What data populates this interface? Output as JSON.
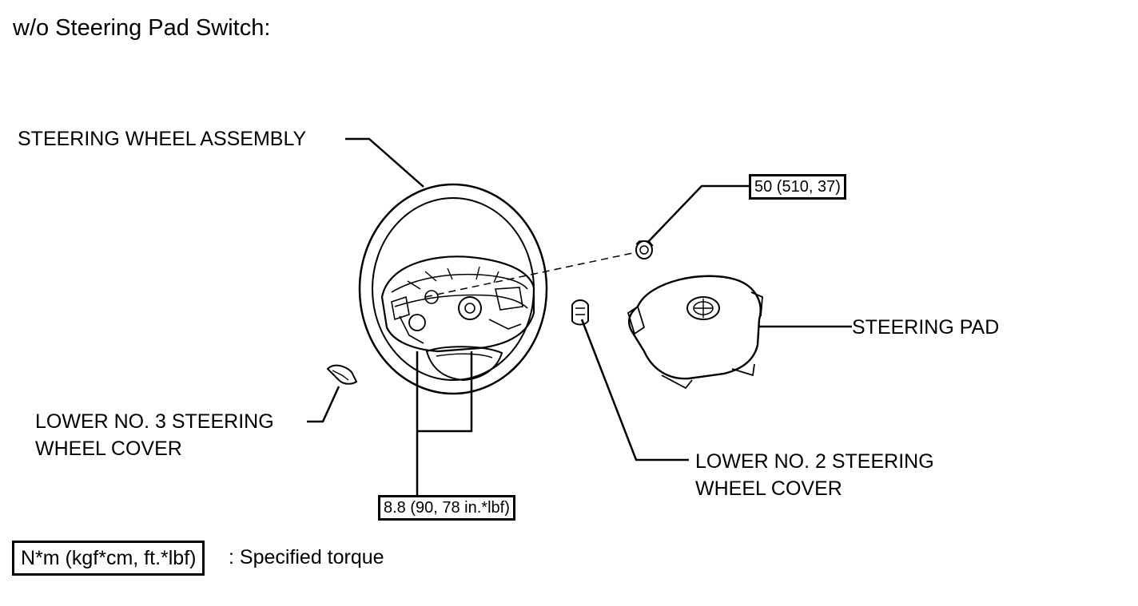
{
  "title": "w/o Steering Pad Switch:",
  "labels": {
    "steering_wheel_assembly": "STEERING WHEEL ASSEMBLY",
    "steering_pad": "STEERING PAD",
    "lower_no3_line1": "LOWER NO. 3 STEERING",
    "lower_no3_line2": "WHEEL COVER",
    "lower_no2_line1": "LOWER NO. 2 STEERING",
    "lower_no2_line2": "WHEEL COVER"
  },
  "torques": {
    "nut": "50 (510, 37)",
    "screws": "8.8 (90, 78 in.*lbf)"
  },
  "legend": {
    "units": "N*m (kgf*cm, ft.*lbf)",
    "description": ": Specified torque"
  }
}
